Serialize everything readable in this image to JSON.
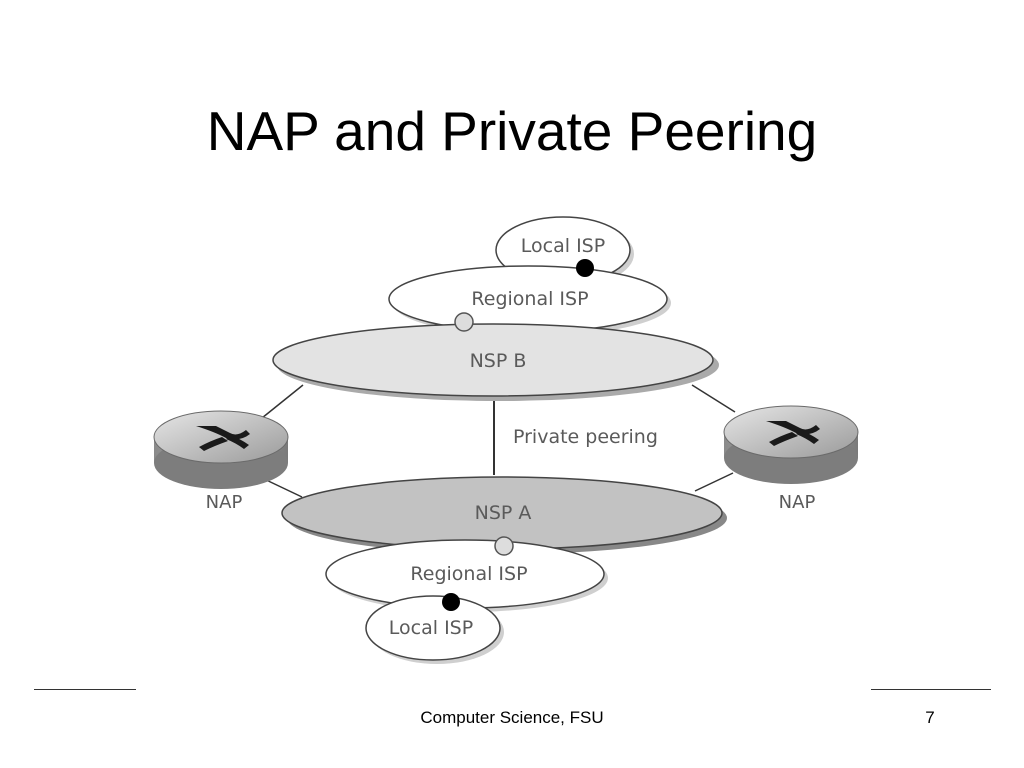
{
  "slide": {
    "title": "NAP and Private Peering"
  },
  "diagram": {
    "top_local_isp": "Local ISP",
    "top_regional_isp": "Regional ISP",
    "nsp_b": "NSP B",
    "private_peering": "Private peering",
    "nsp_a": "NSP A",
    "bottom_regional_isp": "Regional ISP",
    "bottom_local_isp": "Local ISP",
    "nap_left": "NAP",
    "nap_right": "NAP"
  },
  "footer": {
    "text": "Computer Science, FSU",
    "page_number": "7"
  }
}
